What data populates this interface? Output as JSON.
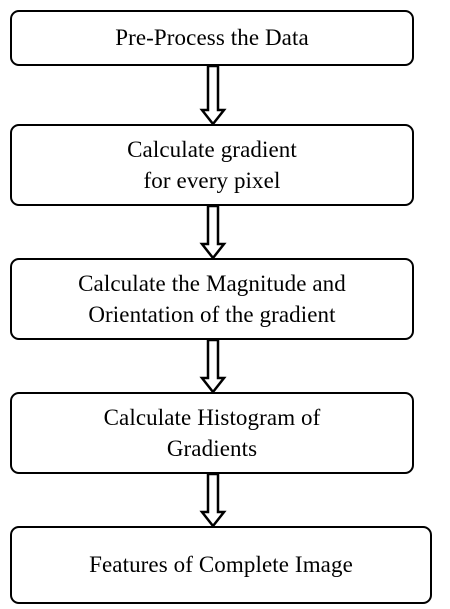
{
  "steps": [
    {
      "label": "Pre-Process the Data"
    },
    {
      "label": "Calculate gradient\nfor every pixel"
    },
    {
      "label": "Calculate the Magnitude and\nOrientation of the gradient"
    },
    {
      "label": "Calculate Histogram of\nGradients"
    },
    {
      "label": "Features of Complete Image"
    }
  ],
  "colors": {
    "stroke": "#000000",
    "box_fill": "#ffffff",
    "background": "#ffffff"
  }
}
